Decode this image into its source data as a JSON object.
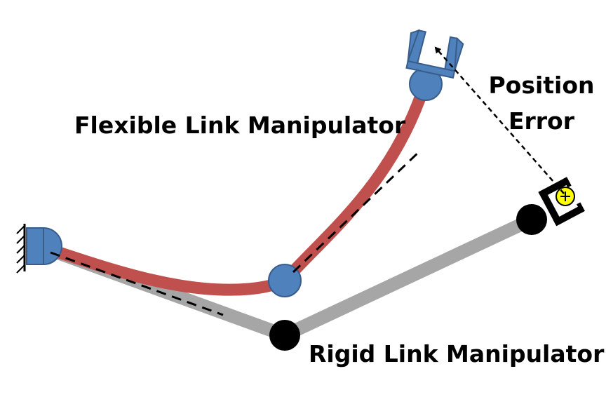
{
  "labels": {
    "flexible": "Flexible Link Manipulator",
    "position_line1": "Position",
    "position_line2": "Error",
    "rigid": "Rigid Link Manipulator"
  },
  "colors": {
    "flexible_link": "#c0504d",
    "flexible_link_edge": "#9e3b38",
    "rigid_link": "#a6a6a6",
    "rigid_link_edge": "#8c8c8c",
    "flexible_joint": "#4f81bd",
    "flexible_joint_edge": "#385d8a",
    "rigid_joint": "#000000",
    "target_marker": "#ffff00",
    "dashed": "#000000",
    "background": "#ffffff"
  }
}
